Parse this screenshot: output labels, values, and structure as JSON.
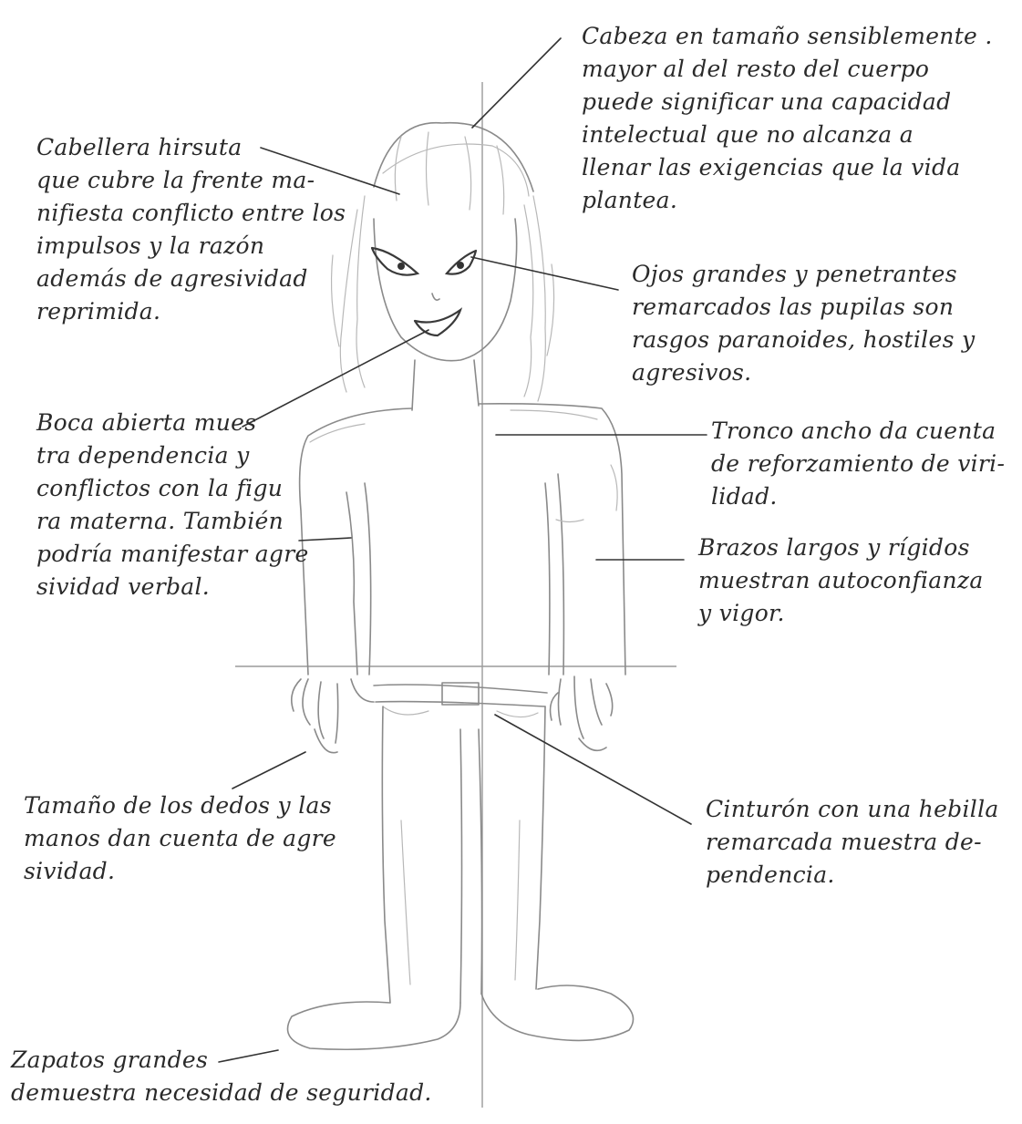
{
  "annotations": {
    "head": {
      "lines": [
        "Cabeza en tamaño sensiblemente .",
        "mayor al del resto del cuerpo",
        "puede significar una capacidad",
        "intelectual que no alcanza a",
        "llenar las exigencias que la vida",
        "plantea."
      ]
    },
    "hair": {
      "lines": [
        "Cabellera hirsuta",
        "que cubre la frente ma-",
        "nifiesta conflicto entre los",
        "impulsos y la razón",
        "además de agresividad",
        "reprimida."
      ]
    },
    "eyes": {
      "lines": [
        "Ojos grandes y penetrantes",
        "remarcados las pupilas son",
        "rasgos paranoides, hostiles y",
        "agresivos."
      ]
    },
    "mouth": {
      "lines": [
        "Boca abierta mues",
        "tra dependencia y",
        "conflictos con la figu",
        "ra materna. También",
        "podría manifestar agre",
        "sividad verbal."
      ]
    },
    "trunk": {
      "lines": [
        "Tronco ancho da cuenta",
        "de reforzamiento de viri-",
        "lidad."
      ]
    },
    "arms": {
      "lines": [
        "Brazos largos y rígidos",
        "muestran autoconfianza",
        "y vigor."
      ]
    },
    "hands": {
      "lines": [
        "Tamaño de los dedos y las",
        "manos dan cuenta de agre",
        "sividad."
      ]
    },
    "belt": {
      "lines": [
        "Cinturón con una hebilla",
        "remarcada muestra de-",
        "pendencia."
      ]
    },
    "shoes": {
      "lines": [
        "Zapatos grandes",
        "demuestra necesidad de seguridad."
      ]
    }
  },
  "colors": {
    "ink": "#2a2a2a",
    "pencil": "#8a8a8a",
    "paper": "#ffffff"
  }
}
